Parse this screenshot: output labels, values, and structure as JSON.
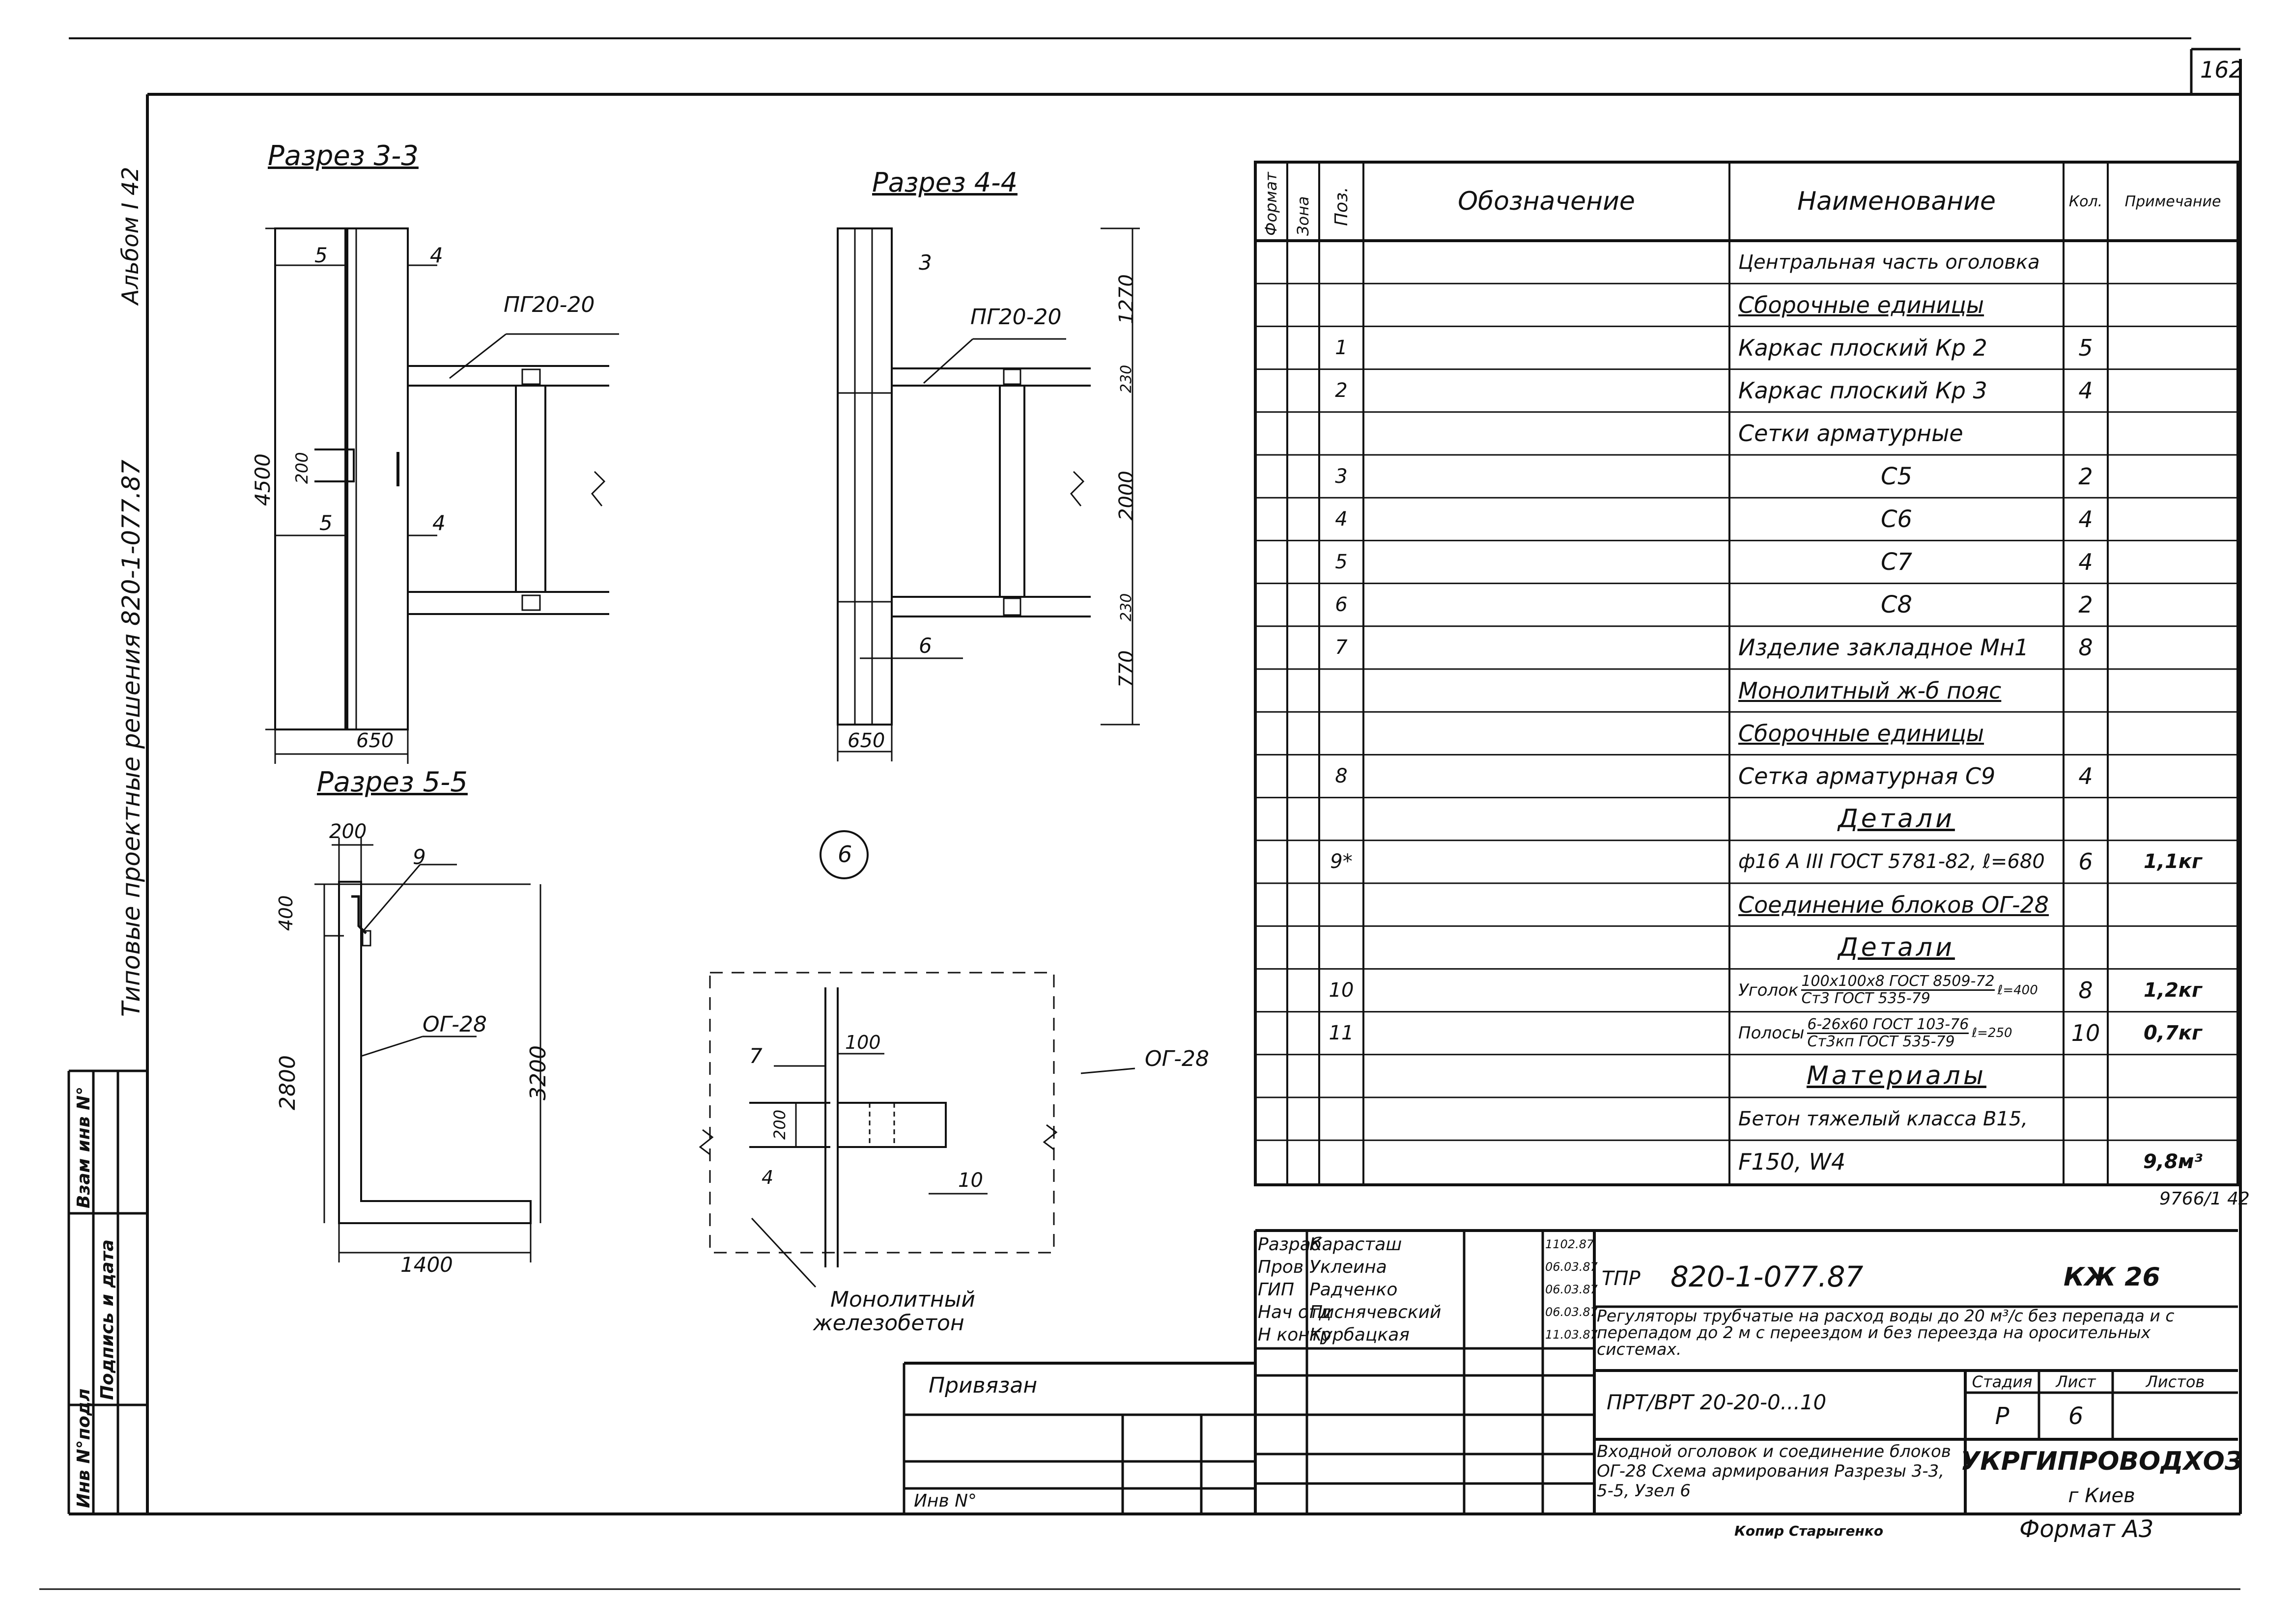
{
  "page_number": "162",
  "album": "Альбом I 42",
  "series": "Типовые проектные решения 820-1-077.87",
  "left_stamp": {
    "col1": "Инв N°подл",
    "col2": "Подпись и дата",
    "col3": "Взам инв N°"
  },
  "drawing": {
    "section_3": {
      "title": "Разрез 3-3",
      "label_pg": "ПГ20-20",
      "d_5a": "5",
      "d_4a": "4",
      "d_5b": "5",
      "d_4b": "4",
      "d_200": "200",
      "d_4500": "4500",
      "d_650": "650"
    },
    "section_4": {
      "title": "Разрез 4-4",
      "label_pg": "ПГ20-20",
      "d_3": "3",
      "d_6": "6",
      "d_1270": "1270",
      "d_230a": "230",
      "d_2000": "2000",
      "d_230b": "230",
      "d_770": "770",
      "d_650": "650"
    },
    "section_5": {
      "title": "Разрез 5-5",
      "label_og": "ОГ-28",
      "d_200": "200",
      "d_9": "9",
      "d_400": "400",
      "d_2800": "2800",
      "d_3200": "3200",
      "d_1400": "1400"
    },
    "node_6": {
      "circle": "6",
      "label_og": "ОГ-28",
      "d_7": "7",
      "d_100": "100",
      "d_200": "200",
      "d_4": "4",
      "d_10": "10",
      "mono_line1": "Монолитный",
      "mono_line2": "железобетон"
    }
  },
  "spec": {
    "headers": {
      "format": "Формат",
      "zone": "Зона",
      "pos": "Поз.",
      "designation": "Обозначение",
      "name": "Наименование",
      "qty": "Кол.",
      "note": "Примечание"
    },
    "rows": [
      {
        "pos": "",
        "name": "Центральная часть оголовка",
        "qty": "",
        "note": "",
        "style": "plain-small"
      },
      {
        "pos": "",
        "name": "Сборочные единицы",
        "qty": "",
        "note": "",
        "style": "underline"
      },
      {
        "pos": "1",
        "name": "Каркас плоский Кр 2",
        "qty": "5",
        "note": "",
        "style": "plain"
      },
      {
        "pos": "2",
        "name": "Каркас плоский Кр 3",
        "qty": "4",
        "note": "",
        "style": "plain"
      },
      {
        "pos": "",
        "name": "Сетки арматурные",
        "qty": "",
        "note": "",
        "style": "plain"
      },
      {
        "pos": "3",
        "name": "С5",
        "qty": "2",
        "note": "",
        "style": "center"
      },
      {
        "pos": "4",
        "name": "С6",
        "qty": "4",
        "note": "",
        "style": "center"
      },
      {
        "pos": "5",
        "name": "С7",
        "qty": "4",
        "note": "",
        "style": "center"
      },
      {
        "pos": "6",
        "name": "С8",
        "qty": "2",
        "note": "",
        "style": "center"
      },
      {
        "pos": "7",
        "name": "Изделие закладное Мн1",
        "qty": "8",
        "note": "",
        "style": "plain"
      },
      {
        "pos": "",
        "name": "Монолитный ж-б пояс",
        "qty": "",
        "note": "",
        "style": "underline"
      },
      {
        "pos": "",
        "name": "Сборочные единицы",
        "qty": "",
        "note": "",
        "style": "underline"
      },
      {
        "pos": "8",
        "name": "Сетка арматурная С9",
        "qty": "4",
        "note": "",
        "style": "plain"
      },
      {
        "pos": "",
        "name": "Детали",
        "qty": "",
        "note": "",
        "style": "heading"
      },
      {
        "pos": "9*",
        "name": "ф16 А III ГОСТ 5781-82, ℓ=680",
        "qty": "6",
        "note": "1,1кг",
        "style": "plain-small"
      },
      {
        "pos": "",
        "name": "Соединение блоков ОГ-28",
        "qty": "",
        "note": "",
        "style": "underline"
      },
      {
        "pos": "",
        "name": "Детали",
        "qty": "",
        "note": "",
        "style": "heading"
      },
      {
        "pos": "10",
        "name": "Уголок",
        "sup_top": "100х100х8 ГОСТ 8509-72",
        "sup_bot": "Ст3 ГОСТ 535-79",
        "suffix": "ℓ=400",
        "qty": "8",
        "note": "1,2кг",
        "style": "fraction"
      },
      {
        "pos": "11",
        "name": "Полосы",
        "sup_top": "6-26х60 ГОСТ 103-76",
        "sup_bot": "Ст3кп ГОСТ 535-79",
        "suffix": "ℓ=250",
        "qty": "10",
        "note": "0,7кг",
        "style": "fraction"
      },
      {
        "pos": "",
        "name": "Материалы",
        "qty": "",
        "note": "",
        "style": "heading"
      },
      {
        "pos": "",
        "name": "Бетон тяжелый класса В15,",
        "qty": "",
        "note": "",
        "style": "plain-small"
      },
      {
        "pos": "",
        "name": "F150, W4",
        "qty": "",
        "note": "9,8м³",
        "style": "plain"
      }
    ]
  },
  "archive_note": "9766/1 42",
  "title_block": {
    "roles": [
      "Разраб",
      "Пров",
      "ГИП",
      "Нач отд",
      "Н контр"
    ],
    "names": [
      "Карасташ",
      "Уклеина",
      "Радченко",
      "Писнячевский",
      "Курбацкая"
    ],
    "dates": [
      "1102.87",
      "06.03.87",
      "06.03.87",
      "06.03.87",
      "11.03.87"
    ],
    "tpr": "ТПР",
    "code": "820-1-077.87",
    "sheet_mark": "КЖ 26",
    "purpose": "Регуляторы трубчатые на расход воды до 20 м³/с без перепада и с перепадом до 2 м с переездом и без переезда на оросительных системах.",
    "product": "ПРТ/ВРТ 20-20-0...10",
    "stage_h": "Стадия",
    "sheet_h": "Лист",
    "sheets_h": "Листов",
    "stage": "Р",
    "sheet": "6",
    "sheets": "",
    "desc": "Входной оголовок и соединение блоков ОГ-28 Схема армирования Разрезы 3-3, 5-5, Узел 6",
    "org": "УКРГИПРОВОДХОЗ",
    "city": "г Киев",
    "privyazan": "Привязан",
    "inv": "Инв N°",
    "copied": "Копир Старыгенко",
    "format": "Формат А3"
  }
}
